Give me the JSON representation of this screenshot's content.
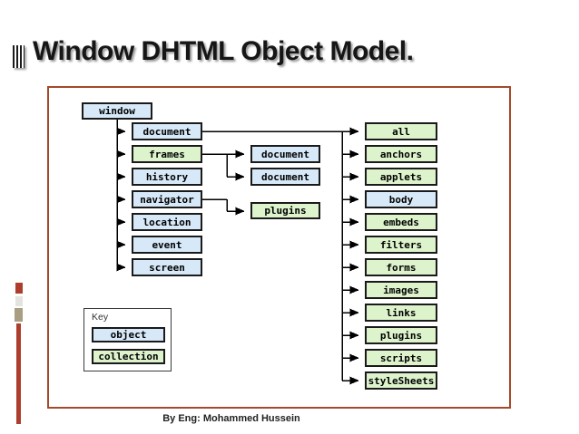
{
  "slide": {
    "title": "Window DHTML Object Model.",
    "footer": "By Eng: Mohammed Hussein"
  },
  "key": {
    "label": "Key",
    "items": [
      {
        "label": "object",
        "type": "object"
      },
      {
        "label": "collection",
        "type": "collection"
      }
    ]
  },
  "colors": {
    "object_fill": "#d7e9f8",
    "collection_fill": "#ddf3cc",
    "node_border": "#1a1a1a",
    "frame_border": "#a5492a",
    "accent_red": "#ad3e2d",
    "accent_tan": "#a89e82",
    "accent_light": "#e3e3e0"
  },
  "diagram": {
    "root": {
      "label": "window",
      "type": "object"
    },
    "window_children": [
      {
        "label": "document",
        "type": "object"
      },
      {
        "label": "frames",
        "type": "collection"
      },
      {
        "label": "history",
        "type": "object"
      },
      {
        "label": "navigator",
        "type": "object"
      },
      {
        "label": "location",
        "type": "object"
      },
      {
        "label": "event",
        "type": "object"
      },
      {
        "label": "screen",
        "type": "object"
      }
    ],
    "frames_children": [
      {
        "label": "document",
        "type": "object"
      },
      {
        "label": "document",
        "type": "object"
      }
    ],
    "navigator_children": [
      {
        "label": "plugins",
        "type": "collection"
      }
    ],
    "document_children": [
      {
        "label": "all",
        "type": "collection"
      },
      {
        "label": "anchors",
        "type": "collection"
      },
      {
        "label": "applets",
        "type": "collection"
      },
      {
        "label": "body",
        "type": "object"
      },
      {
        "label": "embeds",
        "type": "collection"
      },
      {
        "label": "filters",
        "type": "collection"
      },
      {
        "label": "forms",
        "type": "collection"
      },
      {
        "label": "images",
        "type": "collection"
      },
      {
        "label": "links",
        "type": "collection"
      },
      {
        "label": "plugins",
        "type": "collection"
      },
      {
        "label": "scripts",
        "type": "collection"
      },
      {
        "label": "styleSheets",
        "type": "collection"
      }
    ]
  }
}
